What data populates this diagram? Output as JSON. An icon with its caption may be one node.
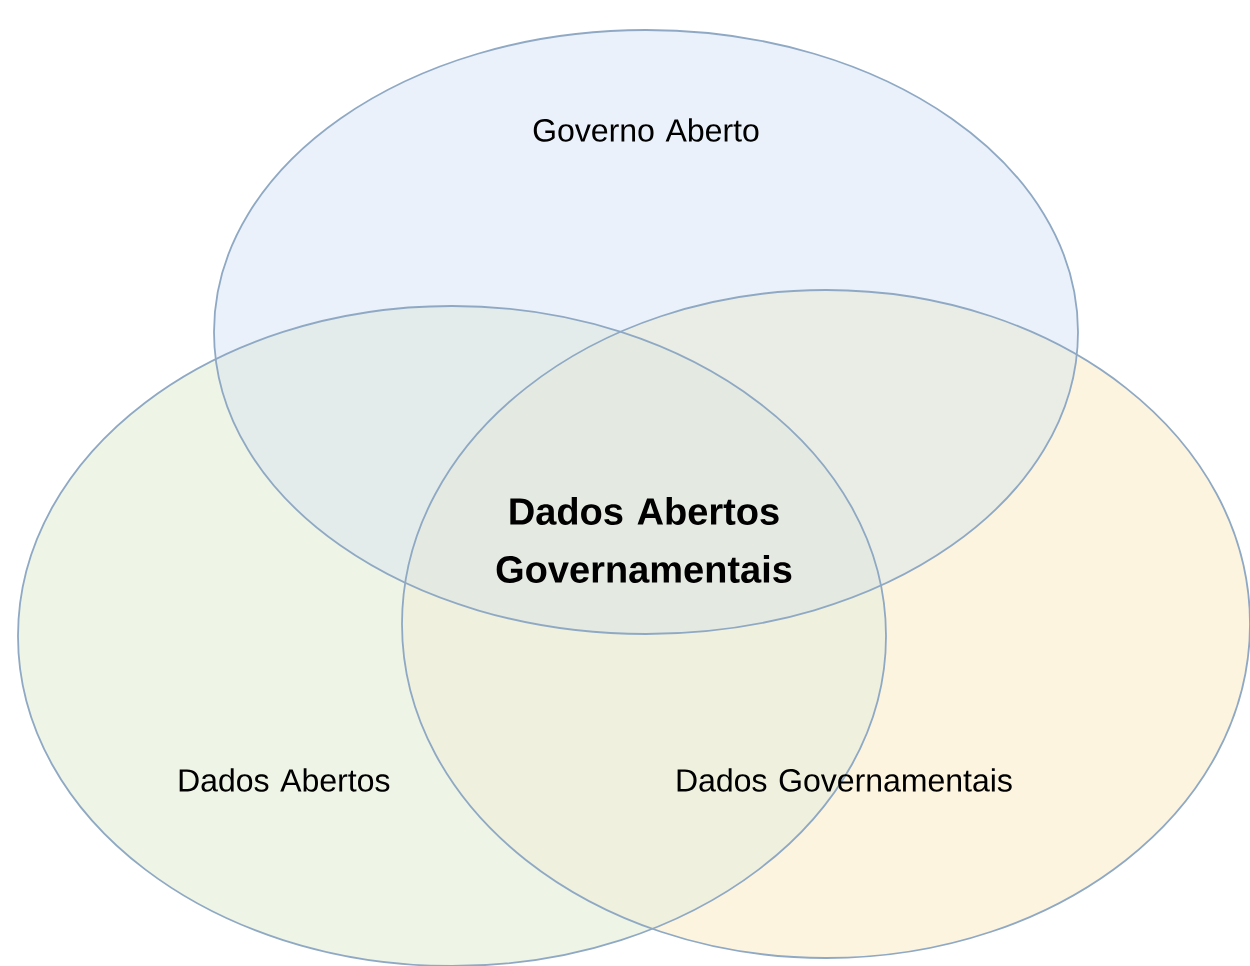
{
  "diagram": {
    "nodes": [
      {
        "text": [
          "Governo Aberto"
        ]
      },
      {
        "text": [
          "Dados Abertos"
        ]
      },
      {
        "text": [
          "Dados Governamentais"
        ]
      }
    ],
    "labels": [
      "Dados Abertos Governamentais"
    ]
  }
}
